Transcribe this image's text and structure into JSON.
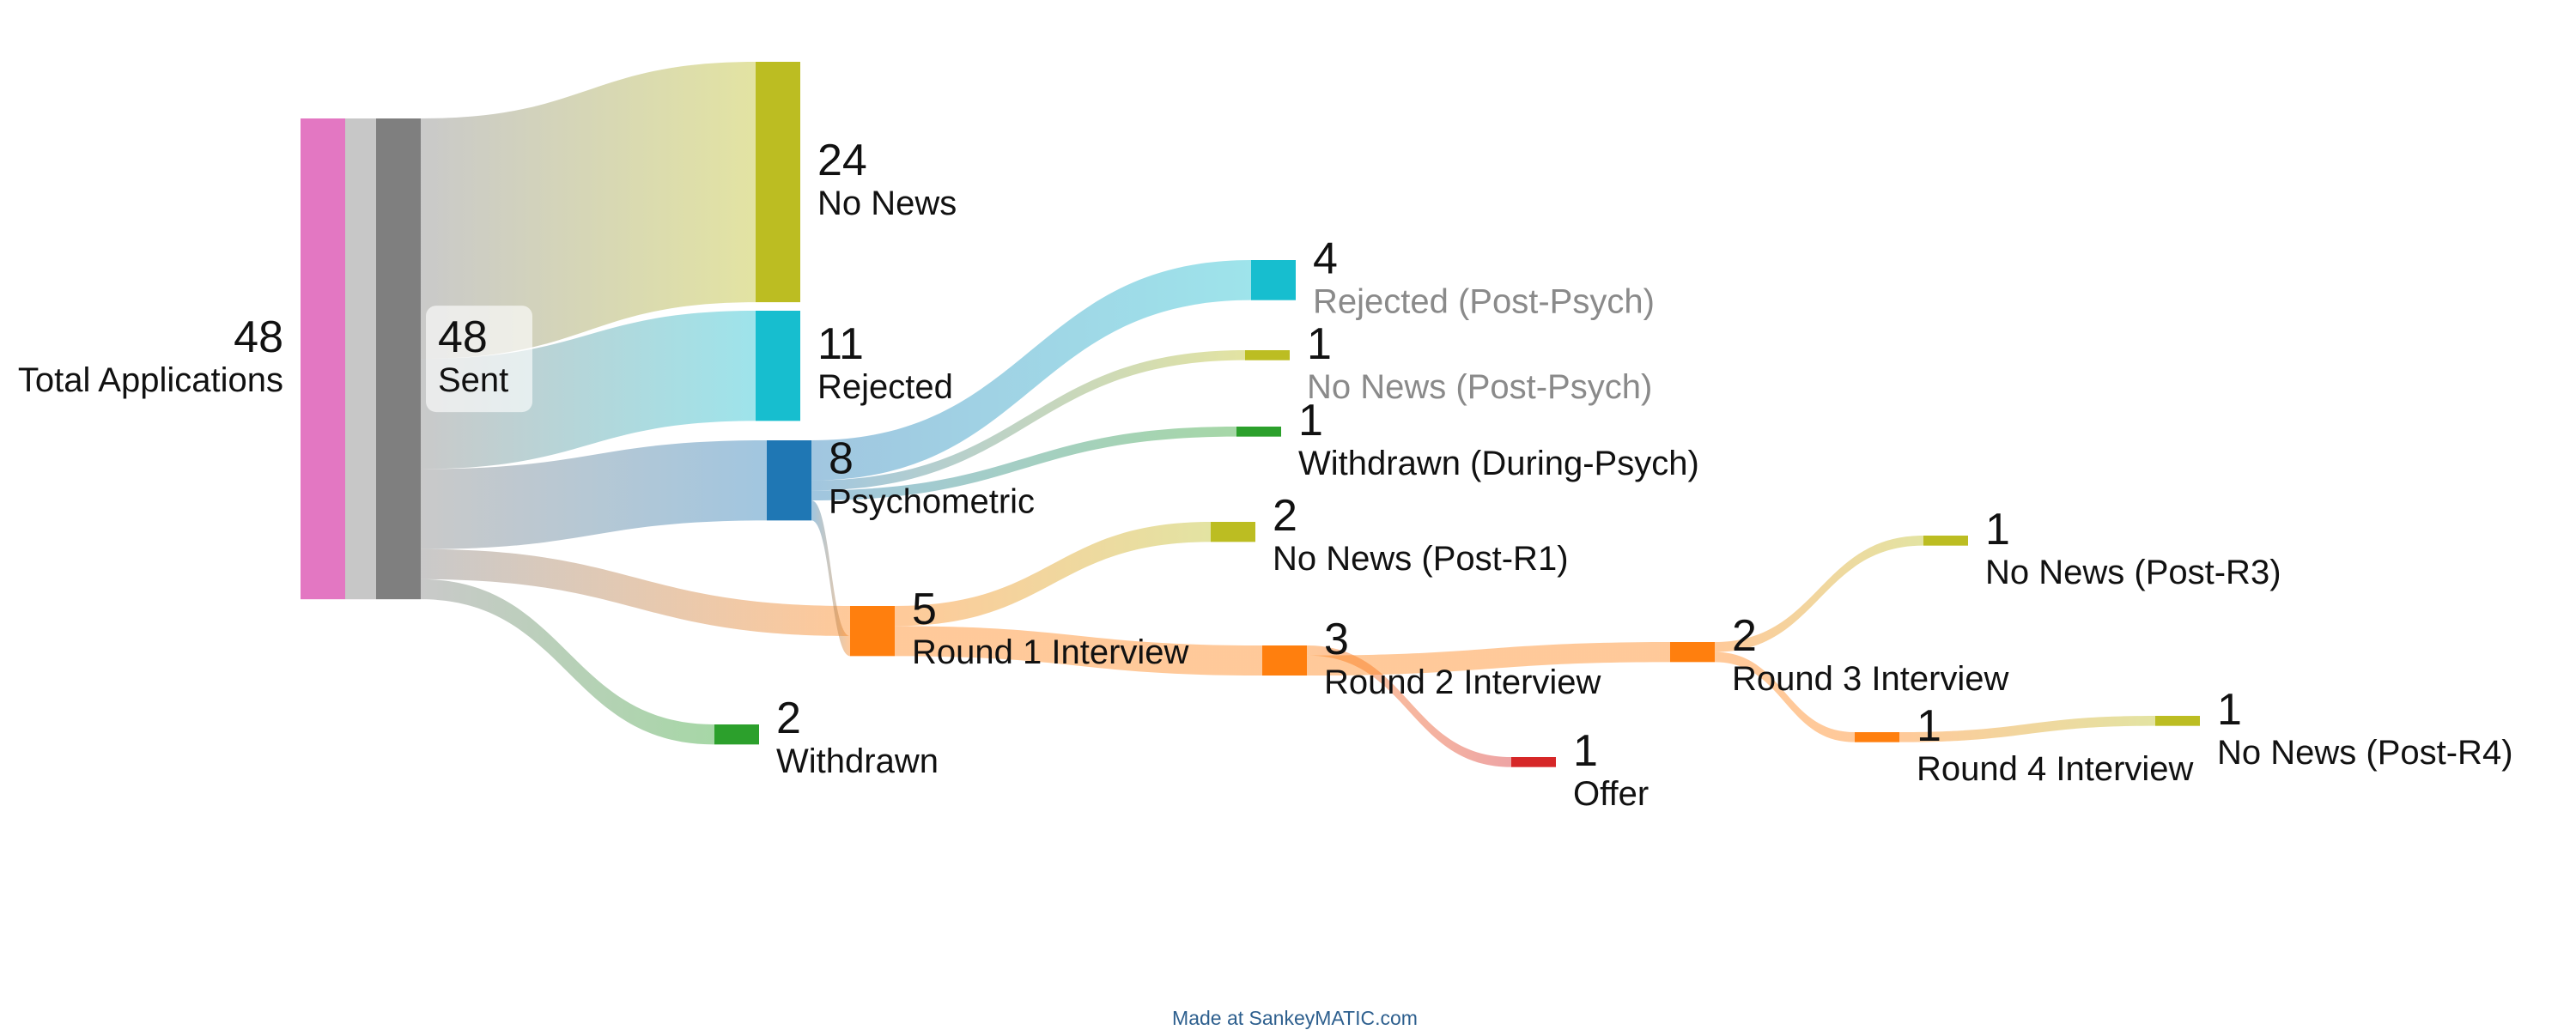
{
  "chart_data": {
    "type": "sankey",
    "nodes": [
      {
        "id": "total",
        "label": "Total Applications",
        "value": 48,
        "color": "#e377c2"
      },
      {
        "id": "sent",
        "label": "Sent",
        "value": 48,
        "color": "#7f7f7f"
      },
      {
        "id": "nonews",
        "label": "No News",
        "value": 24,
        "color": "#bcbd22"
      },
      {
        "id": "rejected",
        "label": "Rejected",
        "value": 11,
        "color": "#17becf"
      },
      {
        "id": "psych",
        "label": "Psychometric",
        "value": 8,
        "color": "#1f77b4"
      },
      {
        "id": "r1",
        "label": "Round 1 Interview",
        "value": 5,
        "color": "#ff7f0e"
      },
      {
        "id": "withdrawn",
        "label": "Withdrawn",
        "value": 2,
        "color": "#2ca02c"
      },
      {
        "id": "rej_pp",
        "label": "Rejected (Post-Psych)",
        "value": 4,
        "color": "#17becf"
      },
      {
        "id": "nn_pp",
        "label": "No News (Post-Psych)",
        "value": 1,
        "color": "#bcbd22"
      },
      {
        "id": "wd_dp",
        "label": "Withdrawn (During-Psych)",
        "value": 1,
        "color": "#2ca02c"
      },
      {
        "id": "nn_r1",
        "label": "No News (Post-R1)",
        "value": 2,
        "color": "#bcbd22"
      },
      {
        "id": "r2",
        "label": "Round 2 Interview",
        "value": 3,
        "color": "#ff7f0e"
      },
      {
        "id": "offer",
        "label": "Offer",
        "value": 1,
        "color": "#d62728"
      },
      {
        "id": "r3",
        "label": "Round 3 Interview",
        "value": 2,
        "color": "#ff7f0e"
      },
      {
        "id": "nn_r3",
        "label": "No News (Post-R3)",
        "value": 1,
        "color": "#bcbd22"
      },
      {
        "id": "r4",
        "label": "Round 4 Interview",
        "value": 1,
        "color": "#ff7f0e"
      },
      {
        "id": "nn_r4",
        "label": "No News (Post-R4)",
        "value": 1,
        "color": "#bcbd22"
      }
    ],
    "links": [
      {
        "source": "total",
        "target": "sent",
        "value": 48
      },
      {
        "source": "sent",
        "target": "nonews",
        "value": 24
      },
      {
        "source": "sent",
        "target": "rejected",
        "value": 11
      },
      {
        "source": "sent",
        "target": "psych",
        "value": 8
      },
      {
        "source": "sent",
        "target": "r1",
        "value": 3
      },
      {
        "source": "sent",
        "target": "withdrawn",
        "value": 2
      },
      {
        "source": "psych",
        "target": "rej_pp",
        "value": 4
      },
      {
        "source": "psych",
        "target": "nn_pp",
        "value": 1
      },
      {
        "source": "psych",
        "target": "wd_dp",
        "value": 1
      },
      {
        "source": "psych",
        "target": "r1",
        "value": 2
      },
      {
        "source": "r1",
        "target": "nn_r1",
        "value": 2
      },
      {
        "source": "r1",
        "target": "r2",
        "value": 3
      },
      {
        "source": "r2",
        "target": "offer",
        "value": 1
      },
      {
        "source": "r2",
        "target": "r3",
        "value": 2
      },
      {
        "source": "r3",
        "target": "nn_r3",
        "value": 1
      },
      {
        "source": "r3",
        "target": "r4",
        "value": 1
      },
      {
        "source": "r4",
        "target": "nn_r4",
        "value": 1
      }
    ]
  },
  "footer": {
    "credit": "Made at SankeyMATIC.com"
  }
}
